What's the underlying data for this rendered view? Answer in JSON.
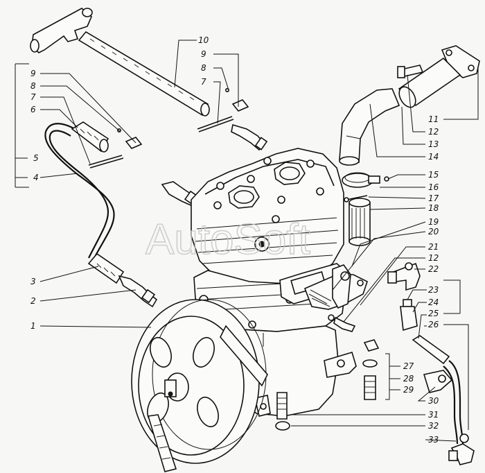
{
  "watermark": "AutoSoft",
  "callouts": [
    {
      "id": "n1",
      "label": "1"
    },
    {
      "id": "n2",
      "label": "2"
    },
    {
      "id": "n3",
      "label": "3"
    },
    {
      "id": "n4",
      "label": "4"
    },
    {
      "id": "n5",
      "label": "5"
    },
    {
      "id": "n6",
      "label": "6"
    },
    {
      "id": "n7a",
      "label": "7"
    },
    {
      "id": "n8a",
      "label": "8"
    },
    {
      "id": "n9a",
      "label": "9"
    },
    {
      "id": "n7b",
      "label": "7"
    },
    {
      "id": "n8b",
      "label": "8"
    },
    {
      "id": "n9b",
      "label": "9"
    },
    {
      "id": "n10",
      "label": "10"
    },
    {
      "id": "n11",
      "label": "11"
    },
    {
      "id": "n12a",
      "label": "12"
    },
    {
      "id": "n13",
      "label": "13"
    },
    {
      "id": "n14",
      "label": "14"
    },
    {
      "id": "n15",
      "label": "15"
    },
    {
      "id": "n16",
      "label": "16"
    },
    {
      "id": "n17",
      "label": "17"
    },
    {
      "id": "n18",
      "label": "18"
    },
    {
      "id": "n19",
      "label": "19"
    },
    {
      "id": "n20",
      "label": "20"
    },
    {
      "id": "n21",
      "label": "21"
    },
    {
      "id": "n12b",
      "label": "12"
    },
    {
      "id": "n22",
      "label": "22"
    },
    {
      "id": "n23",
      "label": "23"
    },
    {
      "id": "n24",
      "label": "24"
    },
    {
      "id": "n25",
      "label": "25"
    },
    {
      "id": "n26",
      "label": "26"
    },
    {
      "id": "n27",
      "label": "27"
    },
    {
      "id": "n28",
      "label": "28"
    },
    {
      "id": "n29",
      "label": "29"
    },
    {
      "id": "n30",
      "label": "30"
    },
    {
      "id": "n31",
      "label": "31"
    },
    {
      "id": "n32",
      "label": "32"
    },
    {
      "id": "n33",
      "label": "33"
    }
  ]
}
